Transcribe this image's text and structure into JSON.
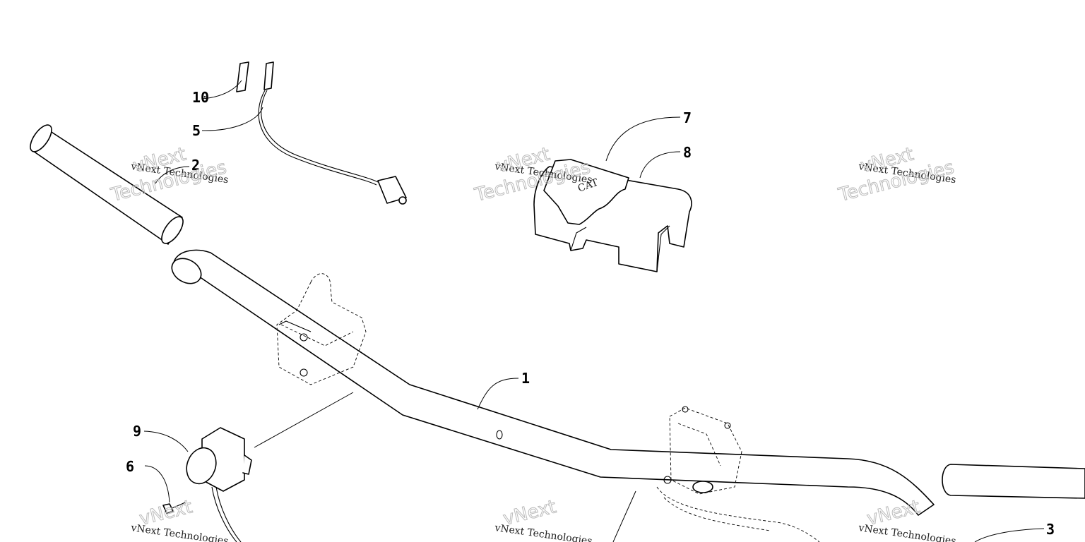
{
  "callouts": [
    {
      "id": "1",
      "label": "1"
    },
    {
      "id": "2",
      "label": "2"
    },
    {
      "id": "3",
      "label": "3"
    },
    {
      "id": "5",
      "label": "5"
    },
    {
      "id": "6",
      "label": "6"
    },
    {
      "id": "7",
      "label": "7"
    },
    {
      "id": "8",
      "label": "8"
    },
    {
      "id": "9",
      "label": "9"
    },
    {
      "id": "10",
      "label": "10"
    }
  ],
  "watermark": {
    "line_small": "vNext Technologies",
    "big_top": "vNext",
    "big_bottom": "Technologies"
  },
  "emblem_text": "CAT"
}
